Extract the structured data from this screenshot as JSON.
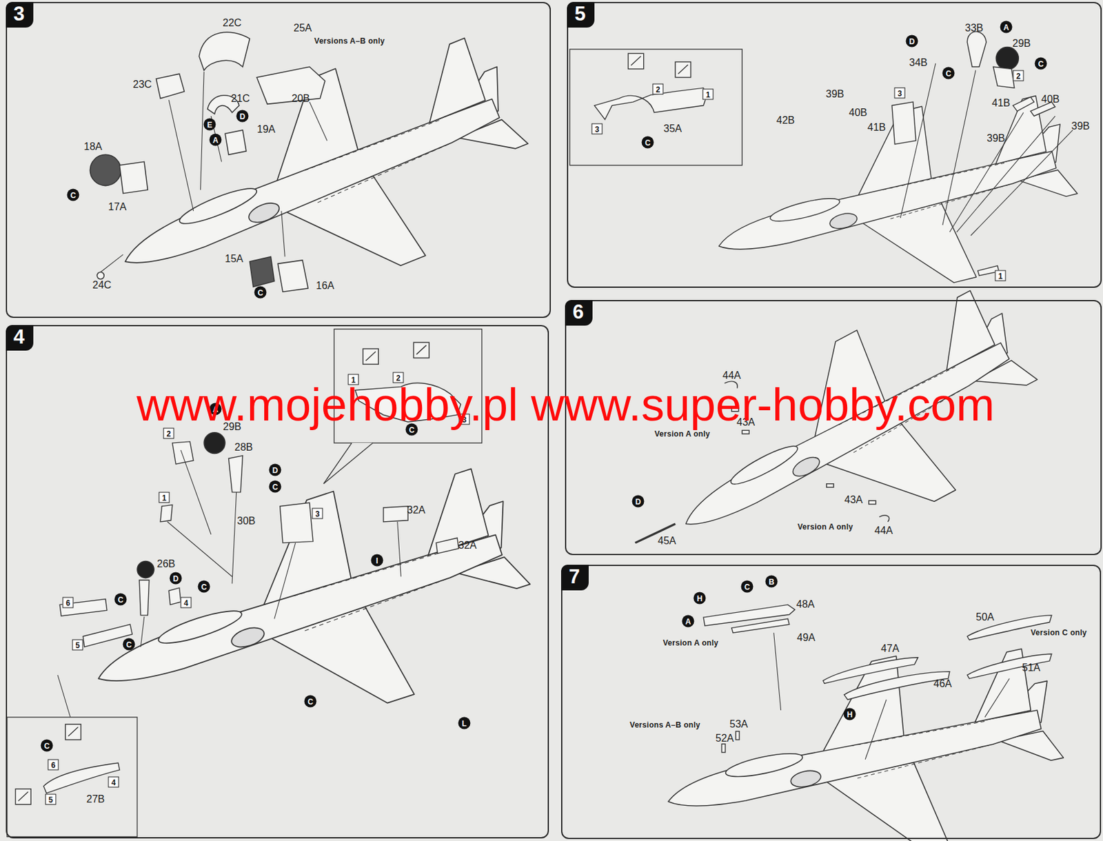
{
  "diagram": {
    "nodes": [
      {
        "text": [
          "3"
        ]
      },
      {
        "text": [
          "5"
        ]
      },
      {
        "text": [
          "4"
        ]
      },
      {
        "text": [
          "6"
        ]
      },
      {
        "text": [
          "7"
        ]
      }
    ],
    "labels": [
      "22C",
      "25A",
      "Versions A–B only",
      "23C",
      "21C",
      "20B",
      "D",
      "E",
      "A",
      "19A",
      "18A",
      "C",
      "17A",
      "15A",
      "C",
      "16A",
      "24C",
      "33B",
      "A",
      "29B",
      "D",
      "C",
      "34B",
      "C",
      "2",
      "39B",
      "40B",
      "3",
      "41B",
      "40B",
      "42B",
      "41B",
      "39B",
      "39B",
      "1",
      "2",
      "1",
      "3",
      "35A",
      "C",
      "A",
      "29B",
      "2",
      "28B",
      "D",
      "C",
      "1",
      "30B",
      "3",
      "32A",
      "32A",
      "26B",
      "D",
      "C",
      "4",
      "C",
      "I",
      "6",
      "5",
      "C",
      "C",
      "L",
      "1",
      "2",
      "C",
      "3",
      "C",
      "6",
      "4",
      "5",
      "27B",
      "44A",
      "43A",
      "Version A only",
      "D",
      "45A",
      "43A",
      "Version A only",
      "44A",
      "C",
      "B",
      "48A",
      "H",
      "A",
      "Version A only",
      "49A",
      "50A",
      "Version C only",
      "47A",
      "51A",
      "46A",
      "H",
      "Versions A–B only",
      "53A",
      "52A",
      "www.mojehobby.pl www.super-hobby.com"
    ]
  }
}
